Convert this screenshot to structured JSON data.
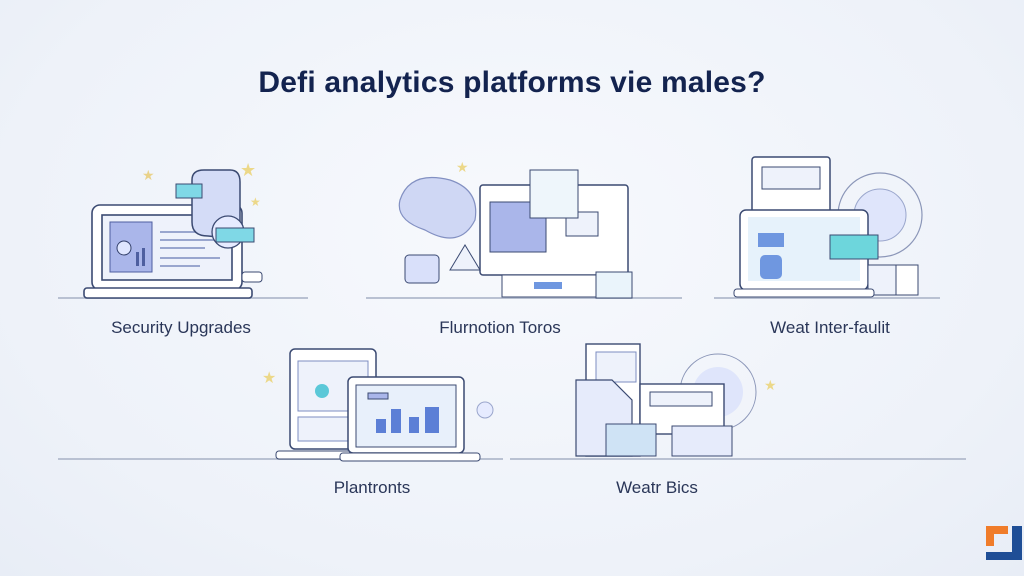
{
  "title": "Defi analytics platforms vie males?",
  "cards": [
    {
      "label": "Security Upgrades",
      "icon": "laptop-security-illustration"
    },
    {
      "label": "Flurnotion Toros",
      "icon": "desktop-flowchart-illustration"
    },
    {
      "label": "Weat Inter-faulit",
      "icon": "laptop-interface-illustration"
    },
    {
      "label": "Plantronts",
      "icon": "dual-laptop-chart-illustration"
    },
    {
      "label": "Weatr Bics",
      "icon": "documents-stack-illustration"
    }
  ],
  "colors": {
    "title": "#13234f",
    "accent": "#6f86d6",
    "teal": "#5ad2e0",
    "logo_orange": "#f07c2a",
    "logo_blue": "#1f4e96"
  }
}
